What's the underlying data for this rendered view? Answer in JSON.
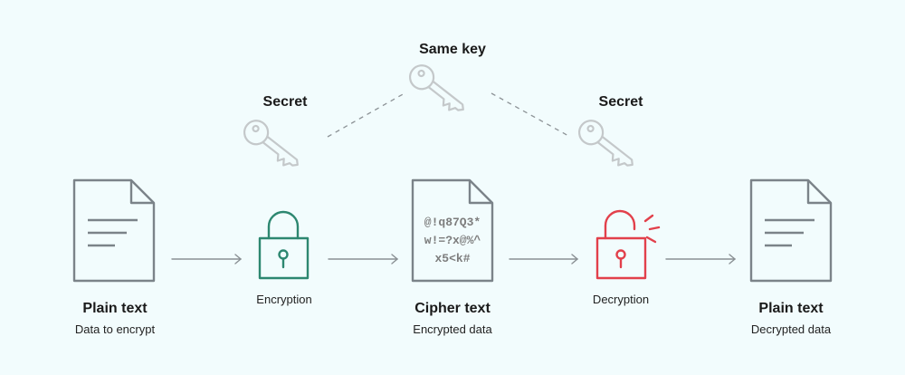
{
  "diagram": {
    "colors": {
      "background": "#f2fcfd",
      "doc_stroke": "#7b8389",
      "key_stroke": "#c4c8ca",
      "arrow": "#8a9094",
      "encryption_lock": "#2d8770",
      "decryption_lock": "#e2404b",
      "dashed": "#8c9296"
    },
    "key_labels": {
      "shared": "Same key",
      "left": "Secret",
      "right": "Secret"
    },
    "nodes": {
      "plain_in": {
        "title": "Plain text",
        "subtitle": "Data to encrypt",
        "icon": "document-icon"
      },
      "encryption": {
        "label": "Encryption",
        "icon": "lock-closed-icon"
      },
      "cipher": {
        "title": "Cipher text",
        "subtitle": "Encrypted data",
        "icon": "document-icon",
        "lines": [
          "@!q87Q3*",
          "w!=?x@%^",
          "x5<k#"
        ]
      },
      "decryption": {
        "label": "Decryption",
        "icon": "lock-open-icon"
      },
      "plain_out": {
        "title": "Plain text",
        "subtitle": "Decrypted data",
        "icon": "document-icon"
      }
    },
    "edges": [
      {
        "from": "plain_in",
        "to": "encryption"
      },
      {
        "from": "encryption",
        "to": "cipher"
      },
      {
        "from": "cipher",
        "to": "decryption"
      },
      {
        "from": "decryption",
        "to": "plain_out"
      }
    ]
  }
}
